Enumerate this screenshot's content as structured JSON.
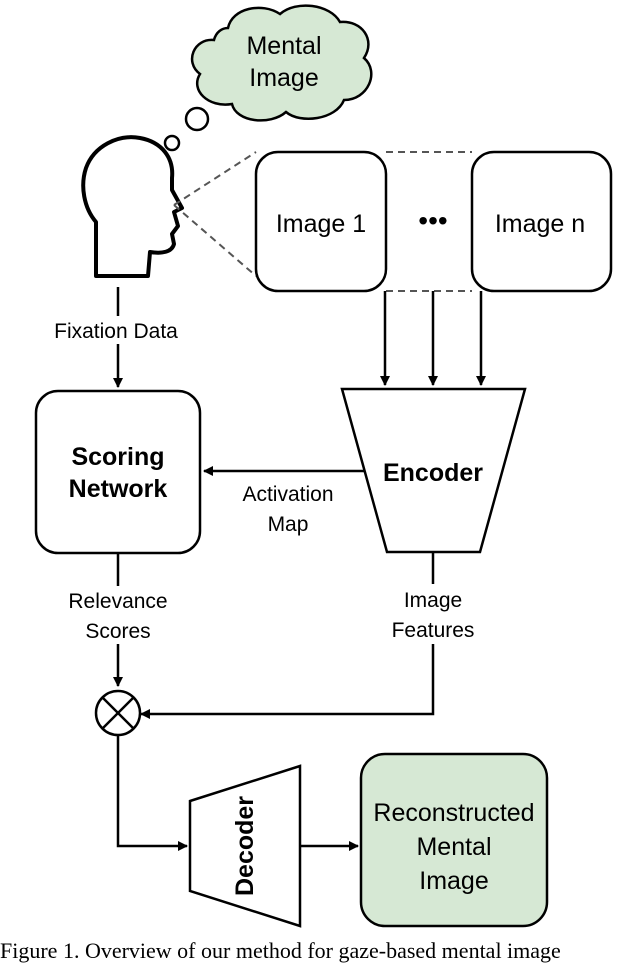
{
  "thought_bubble": {
    "label_line1": "Mental",
    "label_line2": "Image",
    "fill": "#d6e8d4"
  },
  "images": {
    "first_label": "Image 1",
    "ellipsis": "•••",
    "last_label": "Image n"
  },
  "fixation_label": "Fixation Data",
  "scoring_network": {
    "label_line1": "Scoring",
    "label_line2": "Network"
  },
  "encoder_label": "Encoder",
  "activation_map": {
    "line1": "Activation",
    "line2": "Map"
  },
  "relevance_scores": {
    "line1": "Relevance",
    "line2": "Scores"
  },
  "image_features": {
    "line1": "Image",
    "line2": "Features"
  },
  "decoder_label": "Decoder",
  "reconstructed": {
    "line1": "Reconstructed",
    "line2": "Mental",
    "line3": "Image",
    "fill": "#d6e8d4"
  },
  "caption": "Figure 1. Overview of our method for gaze-based mental image"
}
